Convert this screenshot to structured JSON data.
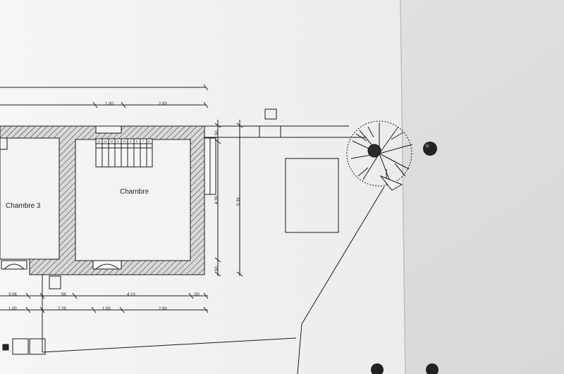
{
  "plan": {
    "rooms": [
      "Chambre 3",
      "Chambre"
    ],
    "top_dims": [
      "1.00",
      "2.93"
    ],
    "row1_dims": [
      "3.06",
      "56",
      "4.10",
      "50"
    ],
    "row2_dims": [
      "1.00",
      "2.29",
      "1.00",
      "2.90"
    ],
    "vertical_dims": [
      "50",
      "4.39",
      "50",
      "5.39"
    ],
    "stair_steps": [
      "14",
      "13",
      "12",
      "11",
      "10",
      "9",
      "8",
      "7",
      "6"
    ]
  },
  "colors": {
    "paper": "#f3f3f3",
    "wall": "#7a7a7a",
    "backdrop": "#dedede",
    "ink": "#1a1a1a"
  }
}
